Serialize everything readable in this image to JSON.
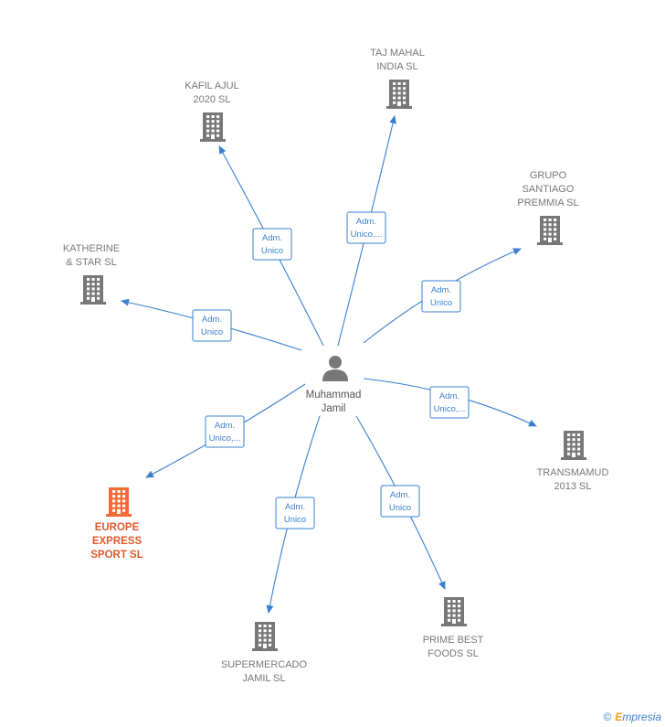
{
  "center": {
    "id": "muhammad-jamil",
    "name_lines": [
      "Muhammad",
      "Jamil"
    ],
    "icon": "person-icon",
    "color": "#777777"
  },
  "companies": [
    {
      "id": "taj-mahal",
      "label_lines": [
        "TAJ MAHAL",
        "INDIA  SL"
      ],
      "icon": "building-icon",
      "highlight": false
    },
    {
      "id": "kafil-ajul",
      "label_lines": [
        "KAFIL AJUL",
        "2020  SL"
      ],
      "icon": "building-icon",
      "highlight": false
    },
    {
      "id": "grupo-santiago",
      "label_lines": [
        "GRUPO",
        "SANTIAGO",
        "PREMMIA  SL"
      ],
      "icon": "building-icon",
      "highlight": false
    },
    {
      "id": "katherine-star",
      "label_lines": [
        "KATHERINE",
        "& STAR  SL"
      ],
      "icon": "building-icon",
      "highlight": false
    },
    {
      "id": "transmamud",
      "label_lines": [
        "TRANSMAMUD",
        "2013 SL"
      ],
      "icon": "building-icon",
      "highlight": false
    },
    {
      "id": "europe-express",
      "label_lines": [
        "EUROPE",
        "EXPRESS",
        "SPORT  SL"
      ],
      "icon": "building-icon",
      "highlight": true
    },
    {
      "id": "supermercado-jamil",
      "label_lines": [
        "SUPERMERCADO",
        "JAMIL  SL"
      ],
      "icon": "building-icon",
      "highlight": false
    },
    {
      "id": "prime-best",
      "label_lines": [
        "PRIME BEST",
        "FOODS  SL"
      ],
      "icon": "building-icon",
      "highlight": false
    }
  ],
  "edges": [
    {
      "to": "taj-mahal",
      "label_lines": [
        "Adm.",
        "Unico,..."
      ]
    },
    {
      "to": "kafil-ajul",
      "label_lines": [
        "Adm.",
        "Unico"
      ]
    },
    {
      "to": "grupo-santiago",
      "label_lines": [
        "Adm.",
        "Unico"
      ]
    },
    {
      "to": "katherine-star",
      "label_lines": [
        "Adm.",
        "Unico"
      ]
    },
    {
      "to": "transmamud",
      "label_lines": [
        "Adm.",
        "Unico,..."
      ]
    },
    {
      "to": "europe-express",
      "label_lines": [
        "Adm.",
        "Unico,..."
      ]
    },
    {
      "to": "supermercado-jamil",
      "label_lines": [
        "Adm.",
        "Unico"
      ]
    },
    {
      "to": "prime-best",
      "label_lines": [
        "Adm.",
        "Unico"
      ]
    }
  ],
  "colors": {
    "edge": "#3a7fd1",
    "node": "#777777",
    "highlight": "#f26a35"
  },
  "footer": {
    "copyright": "©",
    "brand_initial": "E",
    "brand_rest": "mpresia"
  }
}
